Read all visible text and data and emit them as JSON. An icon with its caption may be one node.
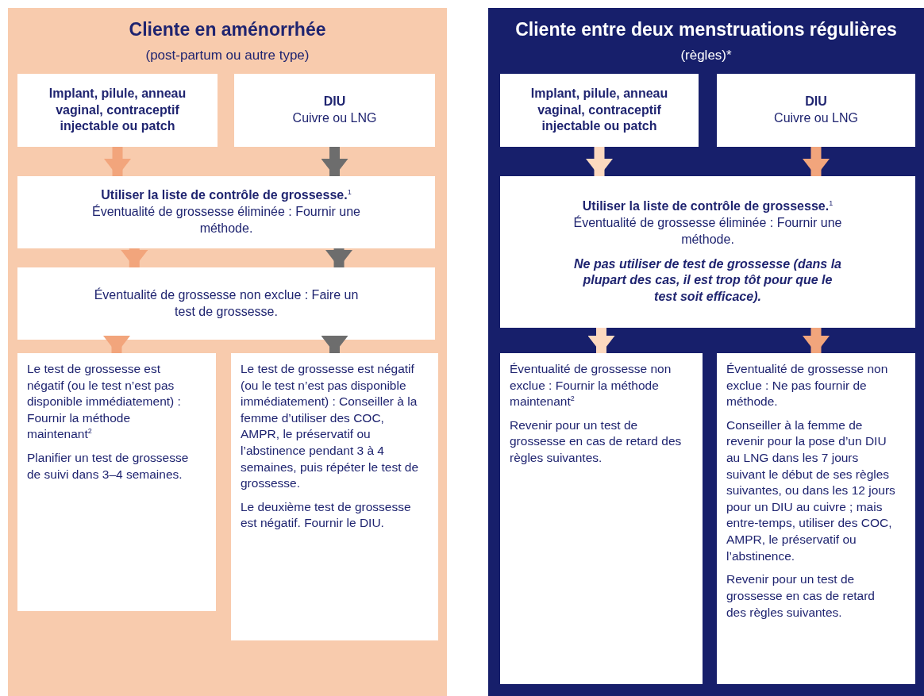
{
  "diagram": {
    "nodes": [
      {
        "text": [
          "Cliente en aménorrhée",
          "(post-partum ou autre type)"
        ]
      },
      {
        "text": [
          "Implant, pilule, anneau vaginal, contraceptif injectable ou patch"
        ],
        "in": 0
      },
      {
        "text": [
          "DIU",
          "Cuivre ou LNG"
        ],
        "in": 0
      },
      {
        "text": [
          "Utiliser la liste de contrôle de grossesse.$^{1}$",
          "Éventualité de grossesse éliminée : Fournir une méthode."
        ],
        "in": 0
      },
      {
        "text": [
          "Éventualité de grossesse non exclue : Faire un test de grossesse."
        ],
        "in": 0
      },
      {
        "text": [
          "Le test de grossesse est négatif (ou le test n’est pas disponible immédiatement) : Fournir la méthode maintenant$^{2}$",
          "Planifier un test de grossesse de suivi dans 3–4 semaines."
        ],
        "in": 0
      },
      {
        "text": [
          "Le test de grossesse est négatif (ou le test n’est pas disponible immédiatement) : Conseiller à la femme d’utiliser des COC, AMPR, le préservatif ou l’abstinence pendant 3 à 4 semaines, puis répéter le test de grossesse.",
          "Le deuxième test de grossesse est négatif. Fournir le DIU."
        ],
        "in": 0
      },
      {
        "text": [
          "Cliente entre deux menstruations régulières",
          "(règles)*"
        ]
      },
      {
        "text": [
          "Implant, pilule, anneau vaginal, contraceptif injectable ou patch"
        ],
        "in": 7
      },
      {
        "text": [
          "DIU",
          "Cuivre ou LNG"
        ],
        "in": 7
      },
      {
        "text": [
          "Utiliser la liste de contrôle de grossesse.$^{1}$",
          "Éventualité de grossesse éliminée : Fournir une méthode.",
          "Ne pas utiliser de test de grossesse (dans la plupart des cas, il est trop tôt pour que le test soit efficace)."
        ],
        "in": 7
      },
      {
        "text": [
          "Éventualité de grossesse non exclue : Fournir la méthode maintenant$^{2}$",
          "Revenir pour un test de grossesse en cas de retard des règles suivantes."
        ],
        "in": 7
      },
      {
        "text": [
          "Éventualité de grossesse non exclue : Ne pas fournir de méthode.",
          "Conseiller à la femme de revenir pour la pose d’un DIU au LNG dans les 7 jours suivant le début de ses règles suivantes, ou dans les 12 jours pour un DIU au cuivre ; mais entre-temps, utiliser des COC, AMPR, le préservatif ou l’abstinence.",
          "Revenir pour un test de grossesse en cas de retard des règles suivantes."
        ],
        "in": 7
      }
    ],
    "edges": [
      {
        "from": 1,
        "to": 3,
        "arrow": "to",
        "color": "#f2a57c"
      },
      {
        "from": 2,
        "to": 3,
        "arrow": "to",
        "color": "#6d6d6d"
      },
      {
        "from": 3,
        "to": 4,
        "arrow": "to",
        "color": "#f2a57c"
      },
      {
        "from": 3,
        "to": 4,
        "arrow": "to",
        "color": "#6d6d6d"
      },
      {
        "from": 4,
        "to": 5,
        "arrow": "to",
        "color": "#f2a57c"
      },
      {
        "from": 4,
        "to": 6,
        "arrow": "to",
        "color": "#6d6d6d"
      },
      {
        "from": 8,
        "to": 10,
        "arrow": "to",
        "color": "#fcd9bf"
      },
      {
        "from": 9,
        "to": 10,
        "arrow": "to",
        "color": "#f2a57c"
      },
      {
        "from": 10,
        "to": 11,
        "arrow": "to",
        "color": "#fcd9bf"
      },
      {
        "from": 10,
        "to": 12,
        "arrow": "to",
        "color": "#f2a57c"
      }
    ]
  }
}
